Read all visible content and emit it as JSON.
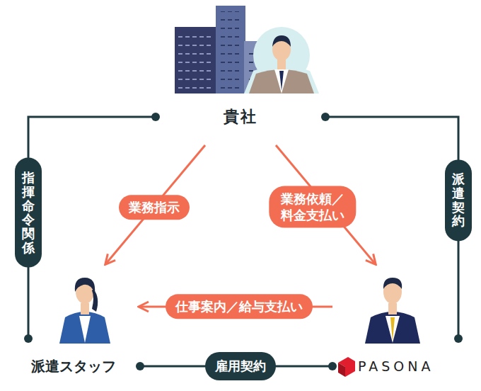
{
  "diagram": {
    "nodes": [
      {
        "text": [
          "貴社"
        ]
      },
      {
        "text": [
          "派遣スタッフ"
        ]
      },
      {
        "text": [
          "PASONA"
        ]
      }
    ],
    "edges": [
      {
        "from": 0,
        "to": 1,
        "arrow": "to",
        "label": "業務指示"
      },
      {
        "from": 0,
        "to": 2,
        "arrow": "to",
        "label": "業務依頼／料金支払い"
      },
      {
        "from": 2,
        "to": 1,
        "arrow": "to",
        "label": "仕事案内／給与支払い"
      },
      {
        "from": 0,
        "to": 1,
        "arrow": "none",
        "label": "指揮命令関係"
      },
      {
        "from": 0,
        "to": 2,
        "arrow": "none",
        "label": "派遣契約"
      },
      {
        "from": 1,
        "to": 2,
        "arrow": "none",
        "label": "雇用契約"
      }
    ]
  }
}
